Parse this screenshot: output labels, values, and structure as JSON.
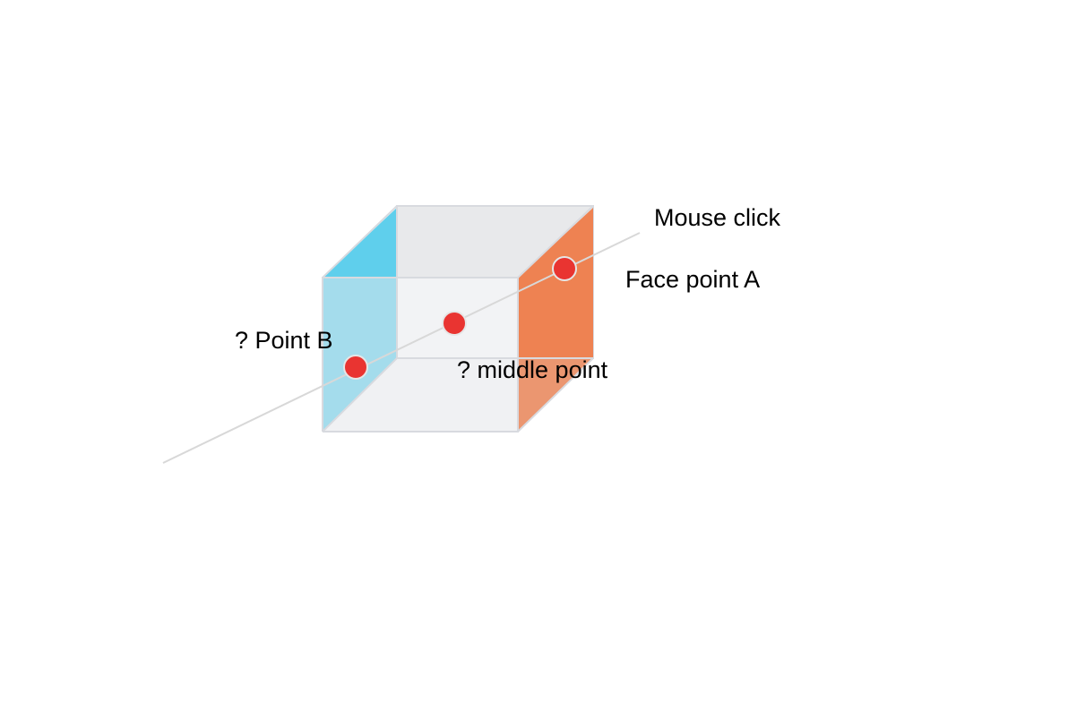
{
  "labels": {
    "mouse_click": "Mouse click",
    "face_point_a": "Face point A",
    "point_b": "? Point B",
    "middle_point": "? middle point"
  },
  "colors": {
    "left_face": "#5fcfec",
    "left_face_light": "#a4dcec",
    "right_face": "#ee8252",
    "right_face_light": "#eb9670",
    "back_face": "#e8e9eb",
    "front_face": "#f2f3f5",
    "edge": "#d8dadf",
    "point": "#e93431",
    "ray": "#d8d8d8"
  }
}
